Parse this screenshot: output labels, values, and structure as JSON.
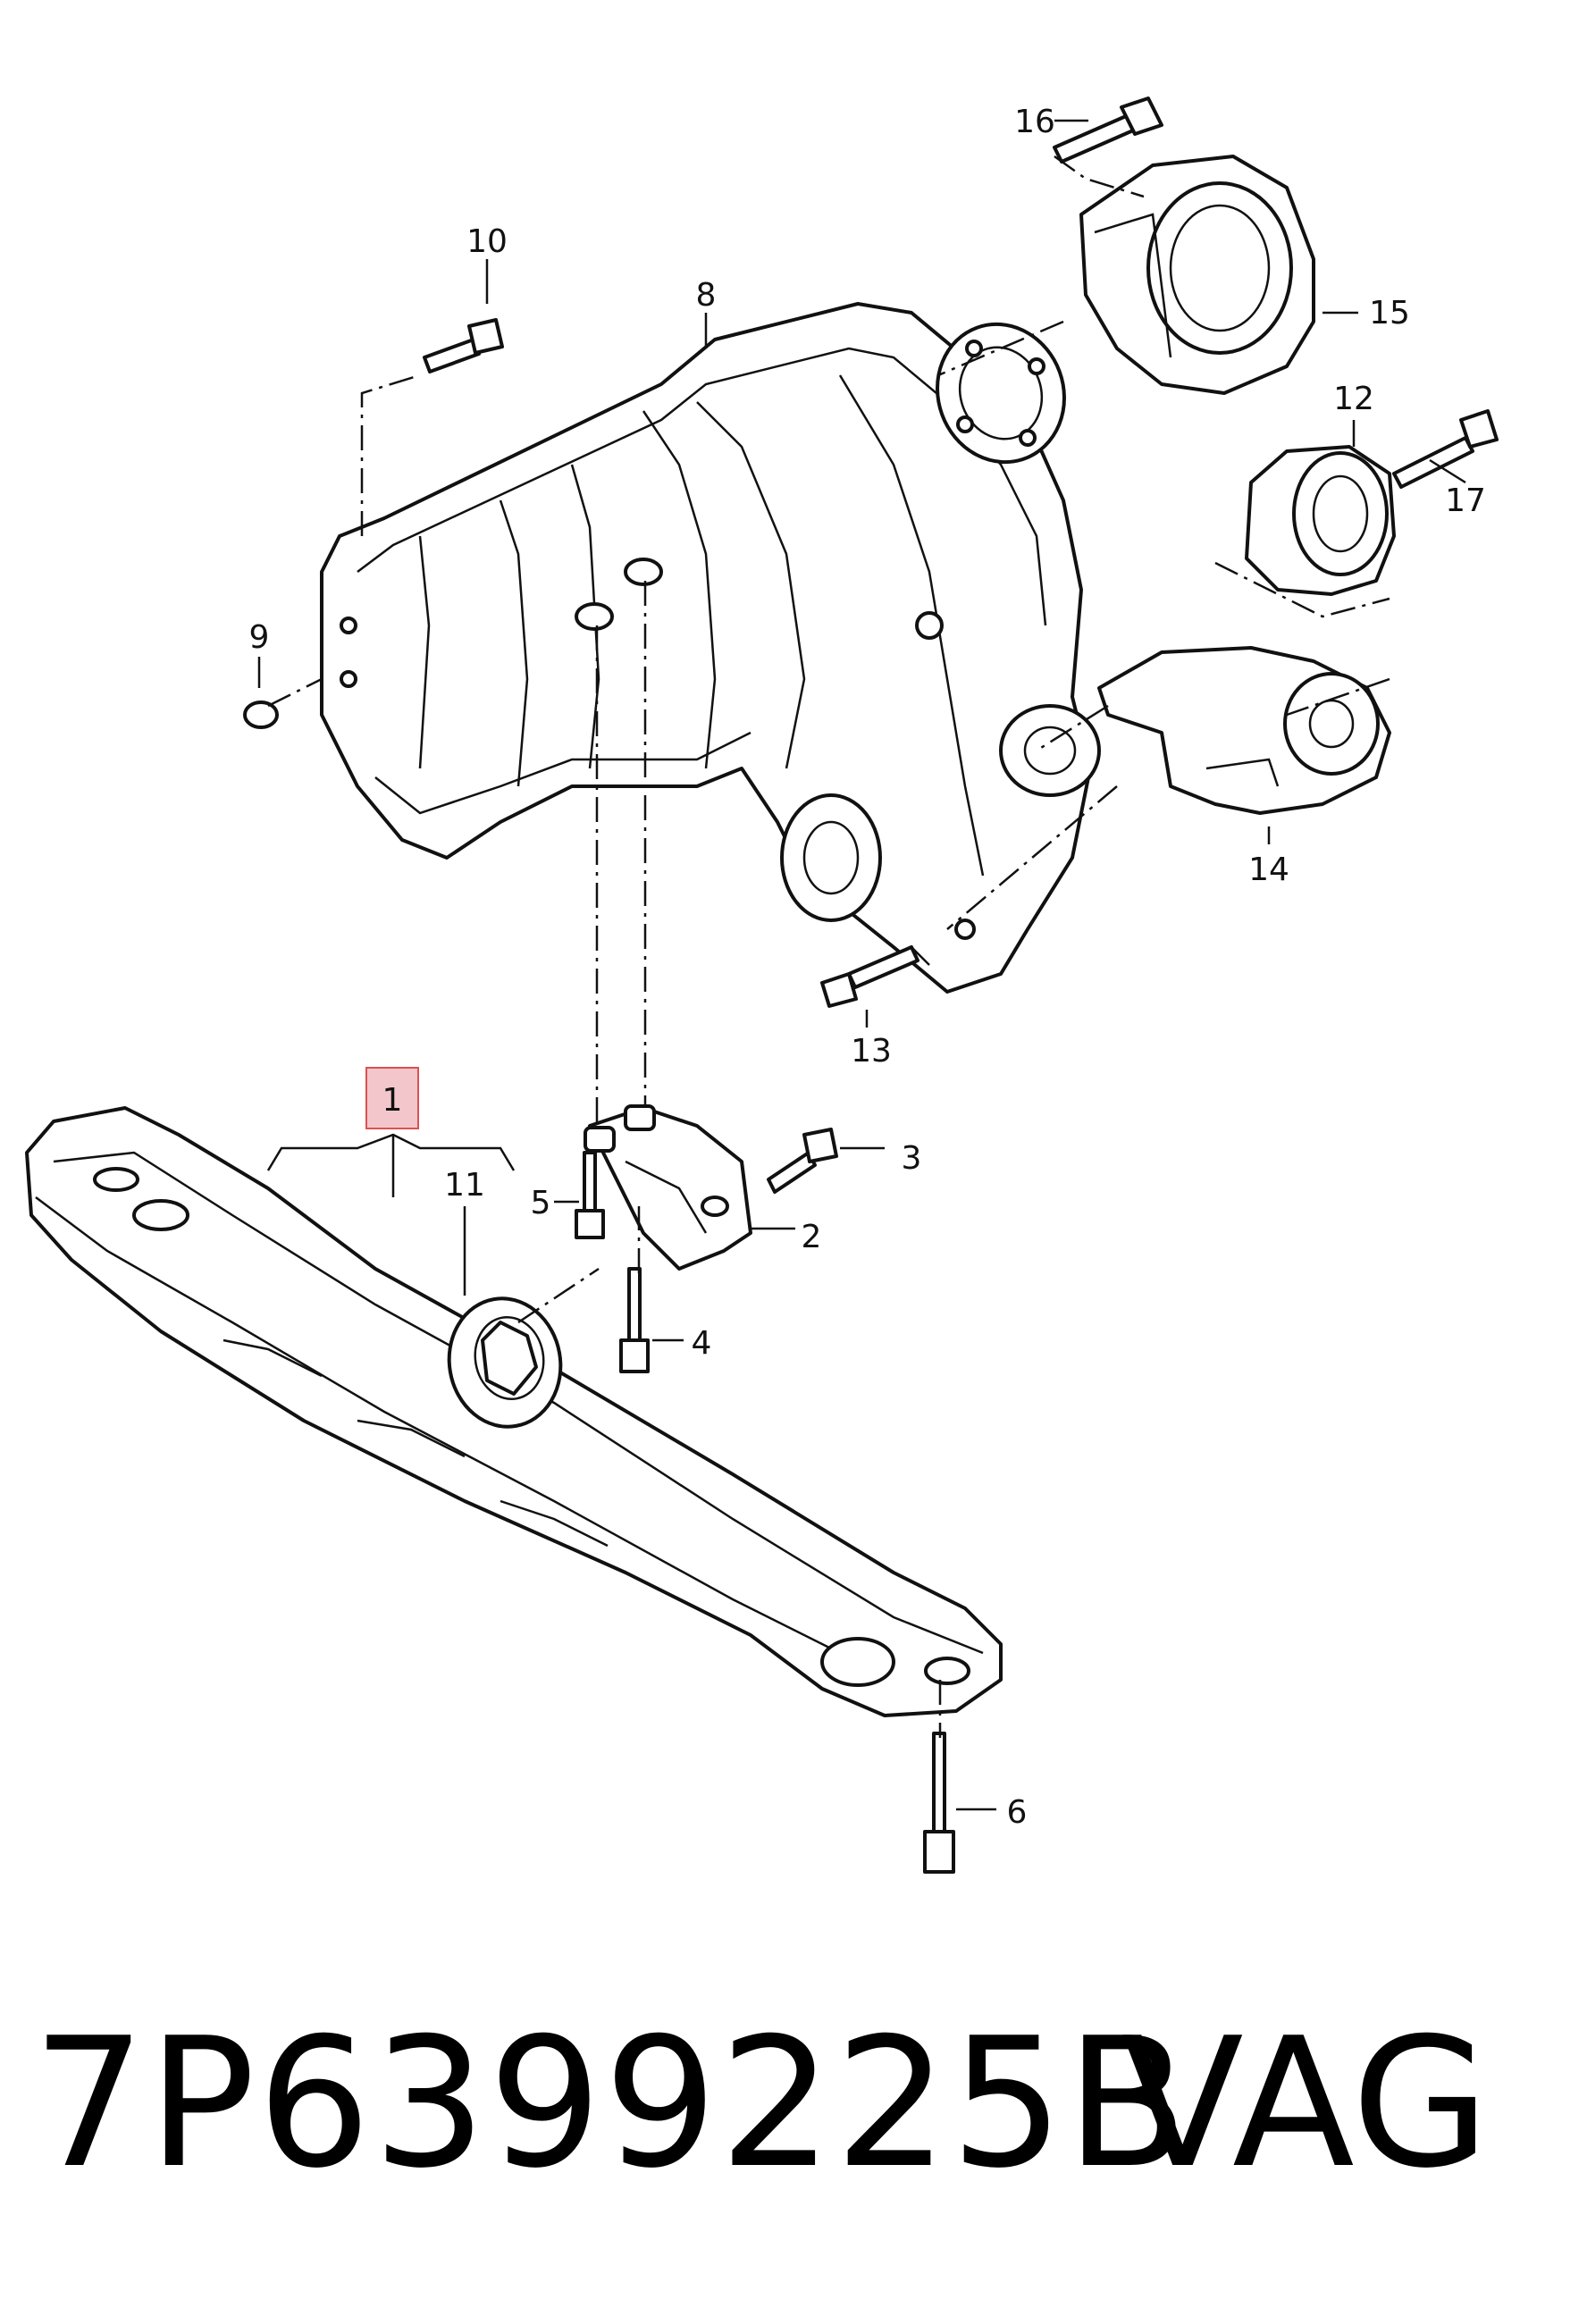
{
  "diagram": {
    "callouts": [
      {
        "id": "1",
        "label": "1",
        "highlighted": true
      },
      {
        "id": "2",
        "label": "2"
      },
      {
        "id": "3",
        "label": "3"
      },
      {
        "id": "4",
        "label": "4"
      },
      {
        "id": "5",
        "label": "5"
      },
      {
        "id": "6",
        "label": "6"
      },
      {
        "id": "8",
        "label": "8"
      },
      {
        "id": "9",
        "label": "9"
      },
      {
        "id": "10",
        "label": "10"
      },
      {
        "id": "11",
        "label": "11"
      },
      {
        "id": "12",
        "label": "12"
      },
      {
        "id": "13",
        "label": "13"
      },
      {
        "id": "14",
        "label": "14"
      },
      {
        "id": "15",
        "label": "15"
      },
      {
        "id": "16",
        "label": "16"
      },
      {
        "id": "17",
        "label": "17"
      }
    ],
    "highlight_color": "#f3c6cc",
    "highlight_border": "#d9534f"
  },
  "footer": {
    "part_number": "7P6399225B",
    "brand": "VAG"
  }
}
